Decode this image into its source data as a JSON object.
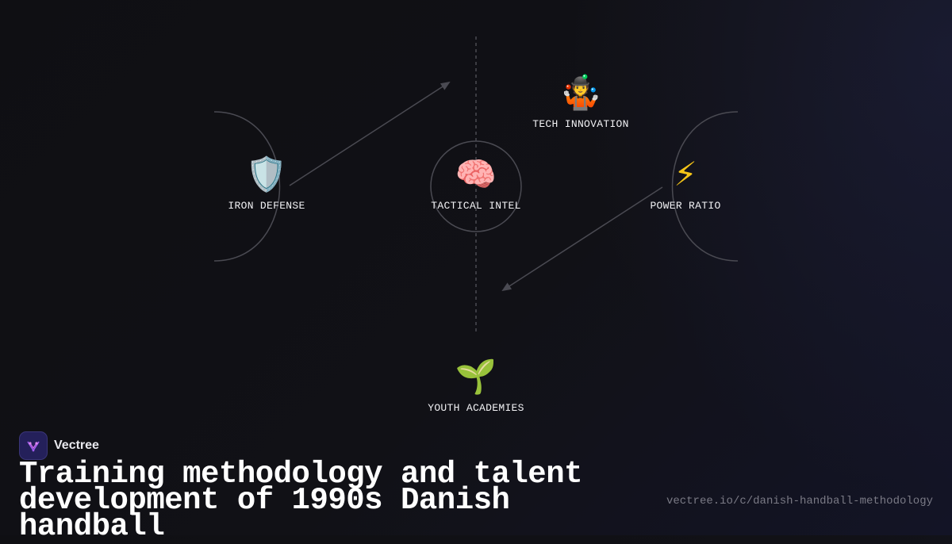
{
  "diagram": {
    "nodes": [
      {
        "id": "iron-defense",
        "emoji": "🛡️",
        "icon_name": "shield-icon",
        "label": "IRON DEFENSE"
      },
      {
        "id": "tactical-intel",
        "emoji": "🧠",
        "icon_name": "brain-icon",
        "label": "TACTICAL INTEL"
      },
      {
        "id": "tech-innovation",
        "emoji": "🤹",
        "icon_name": "juggler-icon",
        "label": "TECH INNOVATION"
      },
      {
        "id": "power-ratio",
        "emoji": "⚡",
        "icon_name": "lightning-icon",
        "label": "POWER RATIO"
      },
      {
        "id": "youth-academies",
        "emoji": "🌱",
        "icon_name": "seedling-icon",
        "label": "YOUTH ACADEMIES"
      }
    ],
    "colors": {
      "lines": "#4a4a52",
      "background": "#0f0f13"
    }
  },
  "brand": {
    "name": "Vectree"
  },
  "footer": {
    "title": "Training methodology and talent development of 1990s Danish handball",
    "url": "vectree.io/c/danish-handball-methodology"
  }
}
